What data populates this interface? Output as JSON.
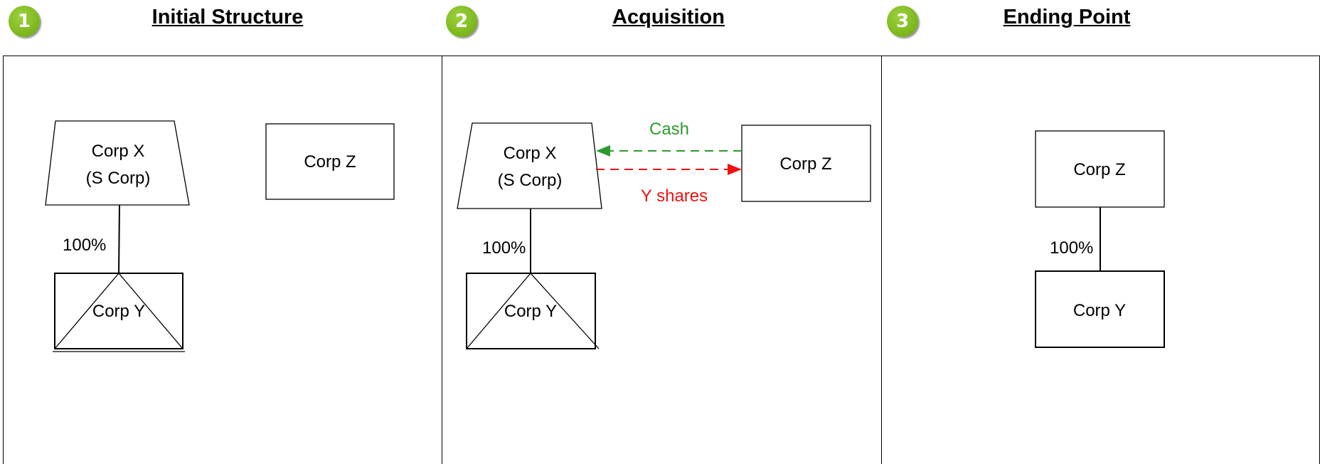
{
  "steps": [
    {
      "number": "1",
      "title": "Initial Structure"
    },
    {
      "number": "2",
      "title": "Acquisition"
    },
    {
      "number": "3",
      "title": "Ending Point"
    }
  ],
  "panel1": {
    "corp_x": {
      "line1": "Corp X",
      "line2": "(S Corp)"
    },
    "corp_z": "Corp Z",
    "corp_y": "Corp Y",
    "ownership": "100%"
  },
  "panel2": {
    "corp_x": {
      "line1": "Corp X",
      "line2": "(S Corp)"
    },
    "corp_z": "Corp Z",
    "corp_y": "Corp Y",
    "ownership": "100%",
    "cash_label": "Cash",
    "shares_label": "Y shares"
  },
  "panel3": {
    "corp_z": "Corp Z",
    "corp_y": "Corp Y",
    "ownership": "100%"
  },
  "colors": {
    "badge": "#7fba1f",
    "cash": "#2e9a2e",
    "shares": "#ee1111"
  }
}
